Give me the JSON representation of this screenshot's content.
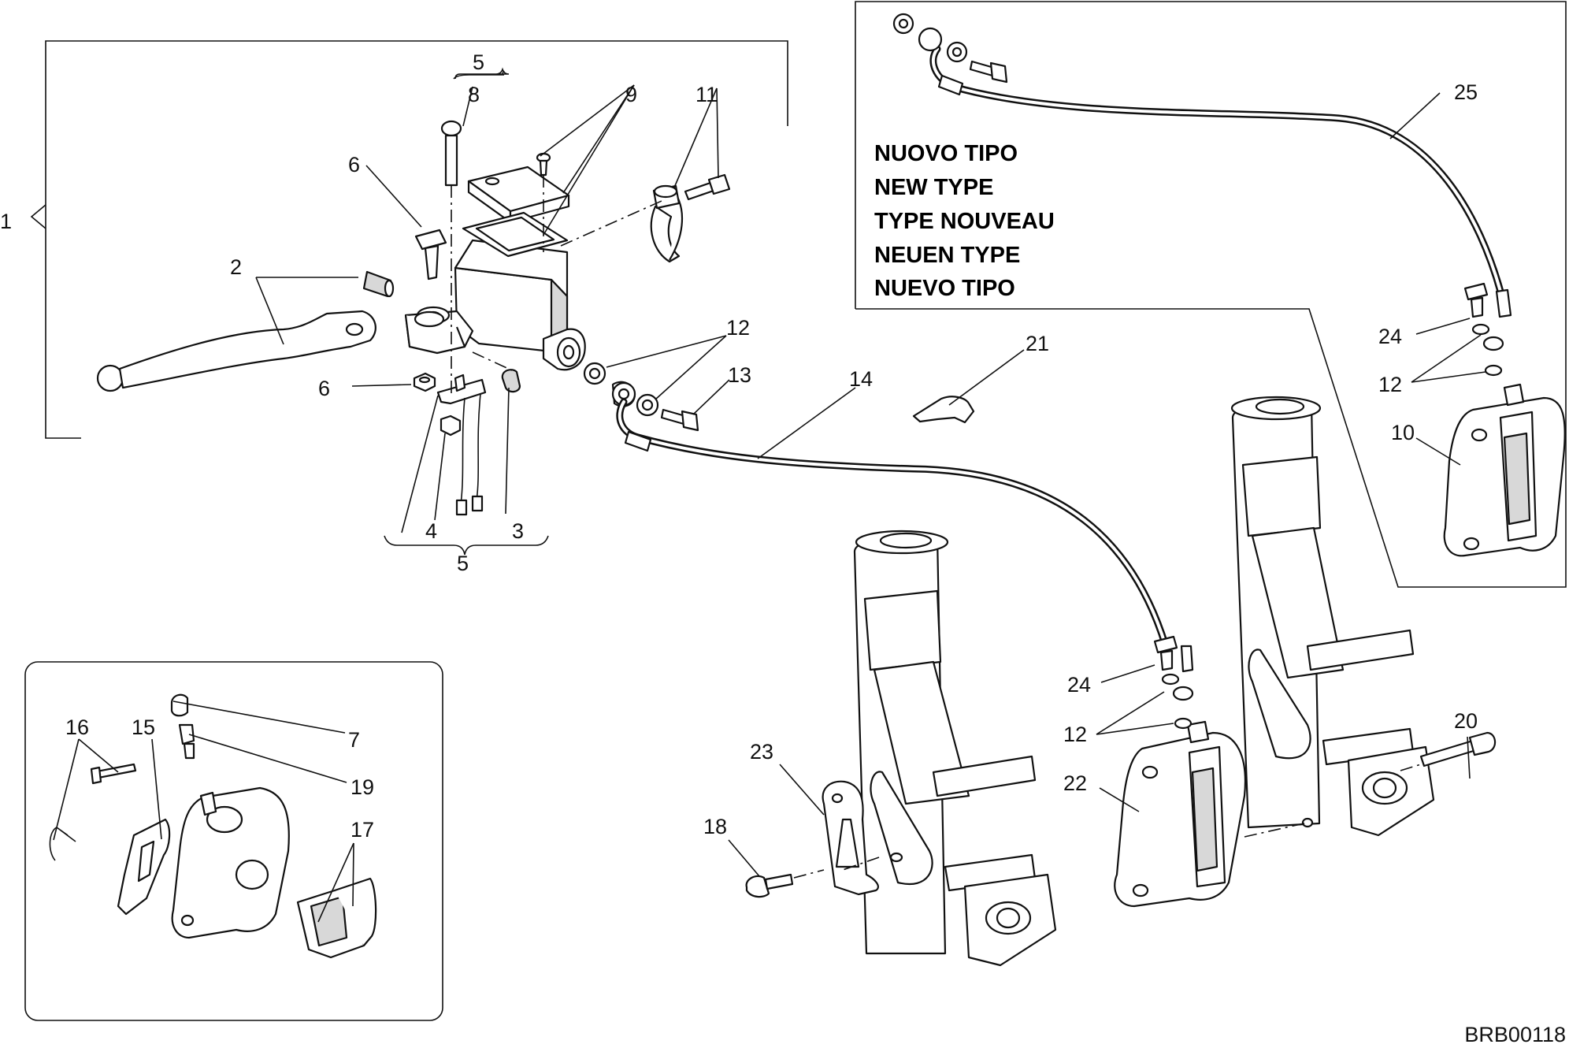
{
  "callouts": [
    "1",
    "2",
    "3",
    "4",
    "5",
    "5",
    "6",
    "6",
    "7",
    "8",
    "9",
    "10",
    "11",
    "12",
    "12",
    "12",
    "13",
    "14",
    "15",
    "16",
    "17",
    "18",
    "19",
    "20",
    "21",
    "22",
    "23",
    "24",
    "24",
    "25"
  ],
  "note_lines": [
    "NUOVO TIPO",
    "NEW TYPE",
    "TYPE NOUVEAU",
    "NEUEN TYPE",
    "NUEVO TIPO"
  ],
  "drawing_code": "BRB00118"
}
